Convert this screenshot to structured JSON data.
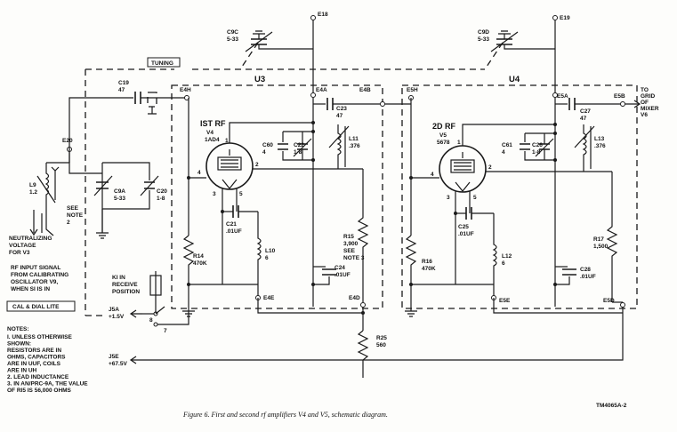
{
  "caption": "Figure 6.   First and second rf amplifiers V4 and V5, schematic diagram.",
  "doc_number": "TM4065A-2",
  "tuning_label": "TUNING",
  "stage_u3": {
    "name": "U3",
    "tube_title": "IST RF",
    "tube_ref": "V4",
    "tube_type": "1AD4"
  },
  "stage_u4": {
    "name": "U4",
    "tube_title": "2D RF",
    "tube_ref": "V5",
    "tube_type": "5678"
  },
  "output_label": [
    "TO",
    "GRID",
    "OF",
    "MIXER",
    "V6"
  ],
  "terminals": {
    "e18": "E18",
    "e19": "E19",
    "e20": "E20",
    "e4h": "E4H",
    "e4a": "E4A",
    "e4b": "E4B",
    "e4e": "E4E",
    "e4d": "E4D",
    "e5h": "E5H",
    "e5a": "E5A",
    "e5b": "E5B",
    "e5e": "E5E",
    "e5d": "E5D"
  },
  "components": {
    "c9c": [
      "C9C",
      "5-33"
    ],
    "c9d": [
      "C9D",
      "5-33"
    ],
    "c19": [
      "C19",
      "47"
    ],
    "l9": [
      "L9",
      "1.2"
    ],
    "c9a": [
      "C9A",
      "5-33"
    ],
    "c20": [
      "C20",
      "1-8"
    ],
    "c60": [
      "C60",
      "4"
    ],
    "c22": [
      "C22",
      "1-8"
    ],
    "c23": [
      "C23",
      "47"
    ],
    "l11": [
      "L11",
      ".376"
    ],
    "c21": [
      "C21",
      ".01UF"
    ],
    "l10": [
      "L10",
      "6"
    ],
    "r14": [
      "R14",
      "470K"
    ],
    "r15": [
      "R15",
      "3,900",
      "SEE",
      "NOTE 3"
    ],
    "c24": [
      "C24",
      ".01UF"
    ],
    "c61": [
      "C61",
      "4"
    ],
    "c26": [
      "C26",
      "1-8"
    ],
    "c27": [
      "C27",
      "47"
    ],
    "l13": [
      "L13",
      ".376"
    ],
    "c25": [
      "C25",
      ".01UF"
    ],
    "l12": [
      "L12",
      "6"
    ],
    "r16": [
      "R16",
      "470K"
    ],
    "r17": [
      "R17",
      "1,500"
    ],
    "c28": [
      "C28",
      ".01UF"
    ],
    "r25": [
      "R25",
      "560"
    ]
  },
  "pins_u3": {
    "p1": "1",
    "p2": "2",
    "p3": "3",
    "p4": "4",
    "p5": "5"
  },
  "pins_u4": {
    "p1": "1",
    "p2": "2",
    "p3": "3",
    "p4": "4",
    "p5": "5"
  },
  "see_note_2": [
    "SEE",
    "NOTE",
    "2"
  ],
  "neutralizing": [
    "NEUTRALIZING",
    "VOLTAGE",
    "FOR V3"
  ],
  "rf_input": [
    "RF INPUT SIGNAL",
    "FROM CALIBRATING",
    "OSCILLATOR V9,",
    "WHEN SI IS IN"
  ],
  "cal_dial": "CAL & DIAL LITE",
  "relay": [
    "KI IN",
    "RECEIVE",
    "POSITION"
  ],
  "relay_contacts": {
    "c8": "8",
    "c7": "7"
  },
  "supply_1": [
    "J5A",
    "+1.5V"
  ],
  "supply_2": [
    "J5E",
    "+67.5V"
  ],
  "notes": {
    "heading": "NOTES:",
    "lines": [
      "I. UNLESS OTHERWISE",
      "   SHOWN:",
      "   RESISTORS ARE IN",
      "   OHMS, CAPACITORS",
      "   ARE IN UUF, COILS",
      "   ARE IN UH",
      "2. LEAD INDUCTANCE",
      "3. IN AN/PRC-9A, THE VALUE",
      "   OF RI5 IS 56,000 OHMS"
    ]
  }
}
